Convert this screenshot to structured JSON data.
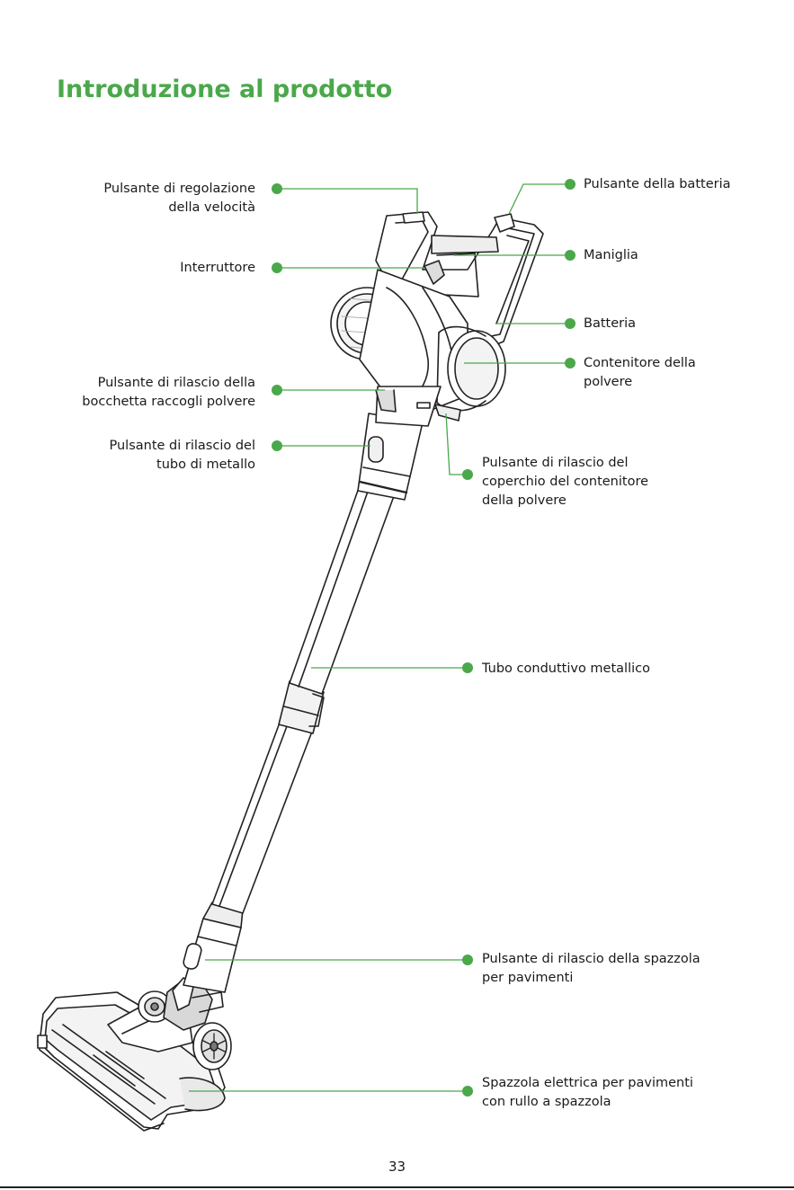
{
  "page": {
    "title": "Introduzione al prodotto",
    "page_number": "33",
    "accent_color": "#4aa84a"
  },
  "labels": {
    "speed_button": [
      "Pulsante di regolazione",
      "della velocità"
    ],
    "power_switch": [
      "Interruttore"
    ],
    "nozzle_release": [
      "Pulsante di rilascio della",
      "bocchetta raccogli polvere"
    ],
    "tube_release": [
      "Pulsante di rilascio del",
      "tubo di metallo"
    ],
    "battery_button": [
      "Pulsante della batteria"
    ],
    "handle": [
      "Maniglia"
    ],
    "battery": [
      "Batteria"
    ],
    "dust_container": [
      "Contenitore della",
      "polvere"
    ],
    "lid_release": [
      "Pulsante di rilascio del",
      "coperchio del contenitore",
      "della polvere"
    ],
    "metal_tube": [
      "Tubo conduttivo metallico"
    ],
    "floor_brush_release": [
      "Pulsante di rilascio della spazzola",
      "per pavimenti"
    ],
    "electric_brush": [
      "Spazzola elettrica per pavimenti",
      "con rullo a spazzola"
    ]
  }
}
